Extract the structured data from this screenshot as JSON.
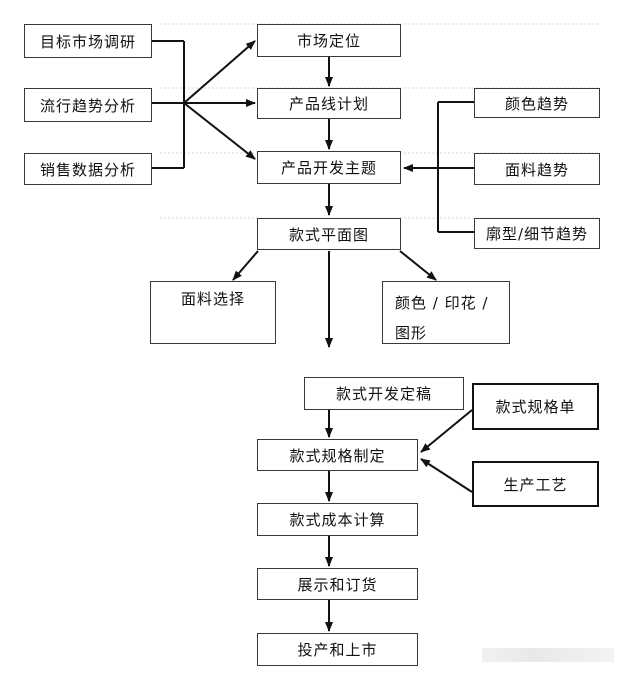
{
  "nodes": {
    "market_research": "目标市场调研",
    "trend_analysis": "流行趋势分析",
    "sales_analysis": "销售数据分析",
    "market_positioning": "市场定位",
    "product_line_plan": "产品线计划",
    "dev_theme": "产品开发主题",
    "color_trend": "颜色趋势",
    "fabric_trend": "面料趋势",
    "silhouette_trend": "廓型/细节趋势",
    "flat_sketch": "款式平面图",
    "fabric_select": "面料选择",
    "color_print": "颜色 / 印花 / 图形",
    "final_draft": "款式开发定稿",
    "spec_sheet": "款式规格单",
    "spec_making": "款式规格制定",
    "production_process": "生产工艺",
    "costing": "款式成本计算",
    "showroom_order": "展示和订货",
    "production_launch": "投产和上市"
  }
}
